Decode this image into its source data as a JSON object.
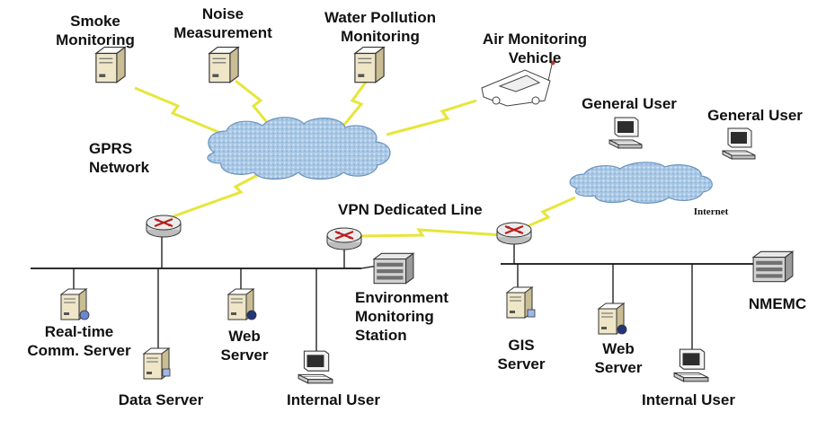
{
  "colors": {
    "wireless_link": "#e6e63a",
    "lan_line": "#111111",
    "cloud": "#a9c8e6",
    "router": "#b91d1d",
    "device_body": "#efe6c8"
  },
  "icons": {
    "monitor_station": "server-tower-icon",
    "vehicle": "monitoring-vehicle-icon",
    "cloud": "network-cloud-icon",
    "router": "router-icon",
    "user": "desktop-computer-icon",
    "rack": "rack-server-icon"
  },
  "sensors": {
    "smoke": [
      "Smoke",
      "Monitoring"
    ],
    "noise": [
      "Noise",
      "Measurement"
    ],
    "water": [
      "Water Pollution",
      "Monitoring"
    ],
    "vehicle": [
      "Air Monitoring",
      "Vehicle"
    ]
  },
  "networks": {
    "gprs": [
      "GPRS",
      "Network"
    ],
    "vpn": "VPN Dedicated Line",
    "internet": "Internet"
  },
  "internet_users": {
    "user_a": "General User",
    "user_b": "General User"
  },
  "left_lan": {
    "realtime_server": [
      "Real-time",
      "Comm. Server"
    ],
    "data_server": "Data Server",
    "web_server": [
      "Web",
      "Server"
    ],
    "internal_user": "Internal User",
    "station": [
      "Environment",
      "Monitoring",
      "Station"
    ]
  },
  "right_lan": {
    "gis_server": [
      "GIS",
      "Server"
    ],
    "web_server": [
      "Web",
      "Server"
    ],
    "internal_user": "Internal User",
    "nmemc": "NMEMC"
  }
}
